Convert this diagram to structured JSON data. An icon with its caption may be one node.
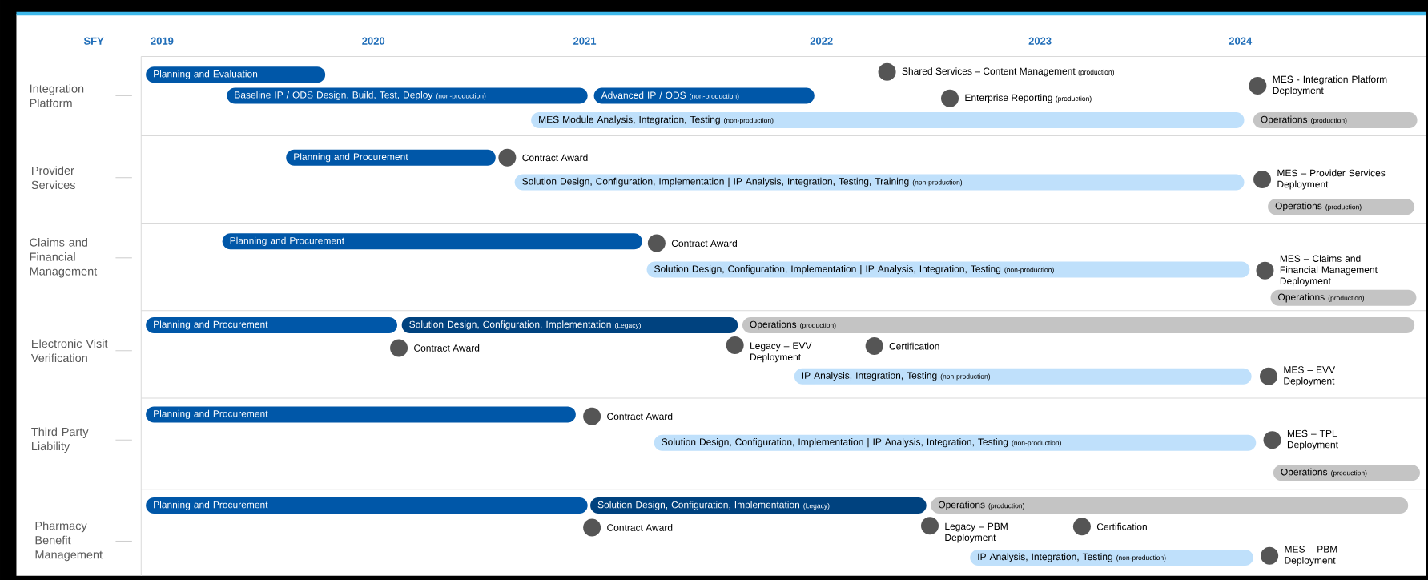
{
  "diagram": {
    "nodes": [
      {
        "text": [
          "Planning and Evaluation"
        ]
      },
      {
        "text": [
          "Baseline IP / ODS Design, Build, Test, Deploy",
          "(non-production)"
        ]
      },
      {
        "text": [
          "Advanced IP / ODS",
          "(non-production)"
        ]
      },
      {
        "text": [],
        "shape": "circle",
        "beside": [
          "Shared Services – Content Management",
          "(production)"
        ]
      },
      {
        "text": [],
        "shape": "circle",
        "beside": [
          "Enterprise Reporting",
          "(production)"
        ]
      },
      {
        "text": [],
        "shape": "circle",
        "beside": [
          "MES - Integration Platform Deployment"
        ]
      },
      {
        "text": [
          "MES Module Analysis, Integration, Testing",
          "(non-production)"
        ]
      },
      {
        "text": [
          "Operations",
          "(production)"
        ]
      },
      {
        "text": [
          "Planning and Procurement"
        ]
      },
      {
        "text": [],
        "shape": "circle",
        "beside": [
          "Contract Award"
        ]
      },
      {
        "text": [
          "Solution Design, Configuration, Implementation | IP Analysis, Integration, Testing, Training",
          "(non-production)"
        ]
      },
      {
        "text": [],
        "shape": "circle",
        "beside": [
          "MES – Provider Services Deployment"
        ]
      },
      {
        "text": [
          "Operations",
          "(production)"
        ]
      },
      {
        "text": [
          "Planning and Procurement"
        ]
      },
      {
        "text": [],
        "shape": "circle",
        "beside": [
          "Contract Award"
        ]
      },
      {
        "text": [
          "Solution Design, Configuration, Implementation | IP Analysis, Integration, Testing",
          "(non-production)"
        ]
      },
      {
        "text": [],
        "shape": "circle",
        "beside": [
          "MES – Claims and Financial Management Deployment"
        ]
      },
      {
        "text": [
          "Operations",
          "(production)"
        ]
      },
      {
        "text": [
          "Planning and Procurement"
        ]
      },
      {
        "text": [
          "Solution Design, Configuration, Implementation",
          "(Legacy)"
        ]
      },
      {
        "text": [
          "Operations",
          "(production)"
        ]
      },
      {
        "text": [],
        "shape": "circle",
        "beside": [
          "Contract Award"
        ]
      },
      {
        "text": [],
        "shape": "circle",
        "beside": [
          "Legacy – EVV Deployment"
        ]
      },
      {
        "text": [],
        "shape": "circle",
        "beside": [
          "Certification"
        ]
      },
      {
        "text": [
          "IP Analysis, Integration, Testing",
          "(non-production)"
        ]
      },
      {
        "text": [],
        "shape": "circle",
        "beside": [
          "MES – EVV Deployment"
        ]
      },
      {
        "text": [
          "Planning and Procurement"
        ]
      },
      {
        "text": [],
        "shape": "circle",
        "beside": [
          "Contract Award"
        ]
      },
      {
        "text": [
          "Solution Design, Configuration, Implementation | IP Analysis, Integration, Testing",
          "(non-production)"
        ]
      },
      {
        "text": [],
        "shape": "circle",
        "beside": [
          "MES – TPL Deployment"
        ]
      },
      {
        "text": [
          "Operations",
          "(production)"
        ]
      },
      {
        "text": [
          "Planning and Procurement"
        ]
      },
      {
        "text": [
          "Solution Design, Configuration, Implementation",
          "(Legacy)"
        ]
      },
      {
        "text": [
          "Operations",
          "(production)"
        ]
      },
      {
        "text": [],
        "shape": "circle",
        "beside": [
          "Contract Award"
        ]
      },
      {
        "text": [],
        "shape": "circle",
        "beside": [
          "Legacy – PBM Deployment"
        ]
      },
      {
        "text": [],
        "shape": "circle",
        "beside": [
          "Certification"
        ]
      },
      {
        "text": [
          "IP Analysis, Integration, Testing",
          "(non-production)"
        ]
      },
      {
        "text": [],
        "shape": "circle",
        "beside": [
          "MES – PBM Deployment"
        ]
      }
    ],
    "labels": [
      "SFY",
      "2019",
      "2020",
      "2021",
      "2022",
      "2023",
      "2024",
      "Integration Platform",
      "Provider Services",
      "Claims and Financial Management",
      "Electronic Visit Verification",
      "Third Party Liability",
      "Pharmacy Benefit Management"
    ]
  }
}
